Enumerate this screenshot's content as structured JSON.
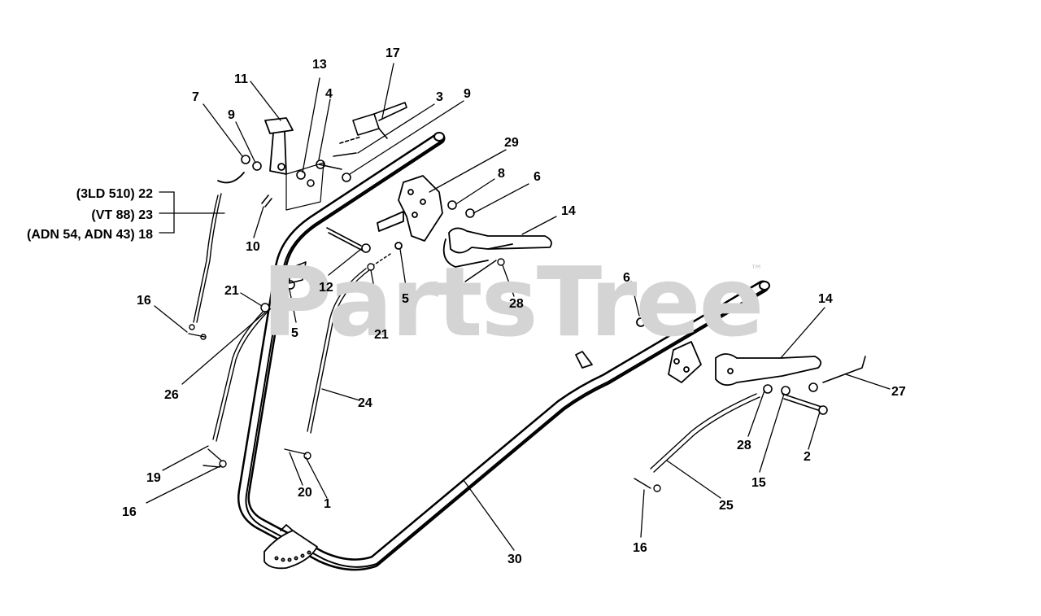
{
  "watermark": {
    "text": "PartsTree",
    "trademark": "™"
  },
  "callouts": [
    "1",
    "2",
    "3",
    "4",
    "5",
    "5",
    "5",
    "6",
    "6",
    "7",
    "8",
    "9",
    "9",
    "10",
    "11",
    "12",
    "13",
    "14",
    "14",
    "15",
    "16",
    "16",
    "16",
    "17",
    "19",
    "20",
    "21",
    "21",
    "24",
    "25",
    "26",
    "27",
    "28",
    "28",
    "29",
    "30"
  ],
  "variants": [
    {
      "label": "(3LD 510) 22"
    },
    {
      "label": "(VT 88) 23"
    },
    {
      "label": "(ADN 54, ADN 43) 18"
    }
  ],
  "colors": {
    "line": "#000000",
    "watermark": "#d4d4d4",
    "background": "#ffffff"
  }
}
